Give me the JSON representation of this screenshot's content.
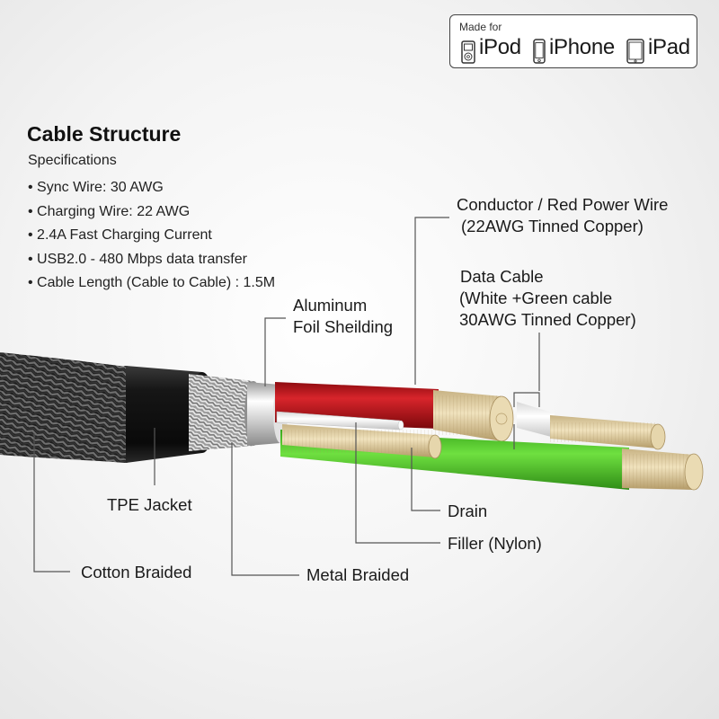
{
  "badge": {
    "made_for": "Made for",
    "devices": [
      "iPod",
      "iPhone",
      "iPad"
    ]
  },
  "heading": {
    "title": "Cable Structure",
    "subtitle": "Specifications"
  },
  "specs": [
    "Sync Wire: 30 AWG",
    "Charging Wire: 22 AWG",
    "2.4A Fast Charging Current",
    "USB2.0 - 480 Mbps data transfer",
    "Cable Length (Cable to Cable) : 1.5M"
  ],
  "labels": {
    "conductor_line1": "Conductor / Red Power Wire",
    "conductor_line2": "(22AWG Tinned Copper)",
    "data_line1": "Data Cable",
    "data_line2": "(White +Green cable",
    "data_line3": "30AWG Tinned Copper)",
    "foil_line1": "Aluminum",
    "foil_line2": "Foil Sheilding",
    "tpe": "TPE Jacket",
    "cotton": "Cotton Braided",
    "metal": "Metal Braided",
    "drain": "Drain",
    "filler": "Filler (Nylon)"
  },
  "colors": {
    "cotton_braid": "#2e2e2e",
    "tpe_jacket": "#101010",
    "metal_braid": "#b9b9b9",
    "foil": "#d8d8d8",
    "red_wire": "#c0141a",
    "green_wire": "#4cc428",
    "white_wire": "#f2f2f2",
    "copper_tinned": "#ddcaa0",
    "leader_lines": "#555555"
  }
}
